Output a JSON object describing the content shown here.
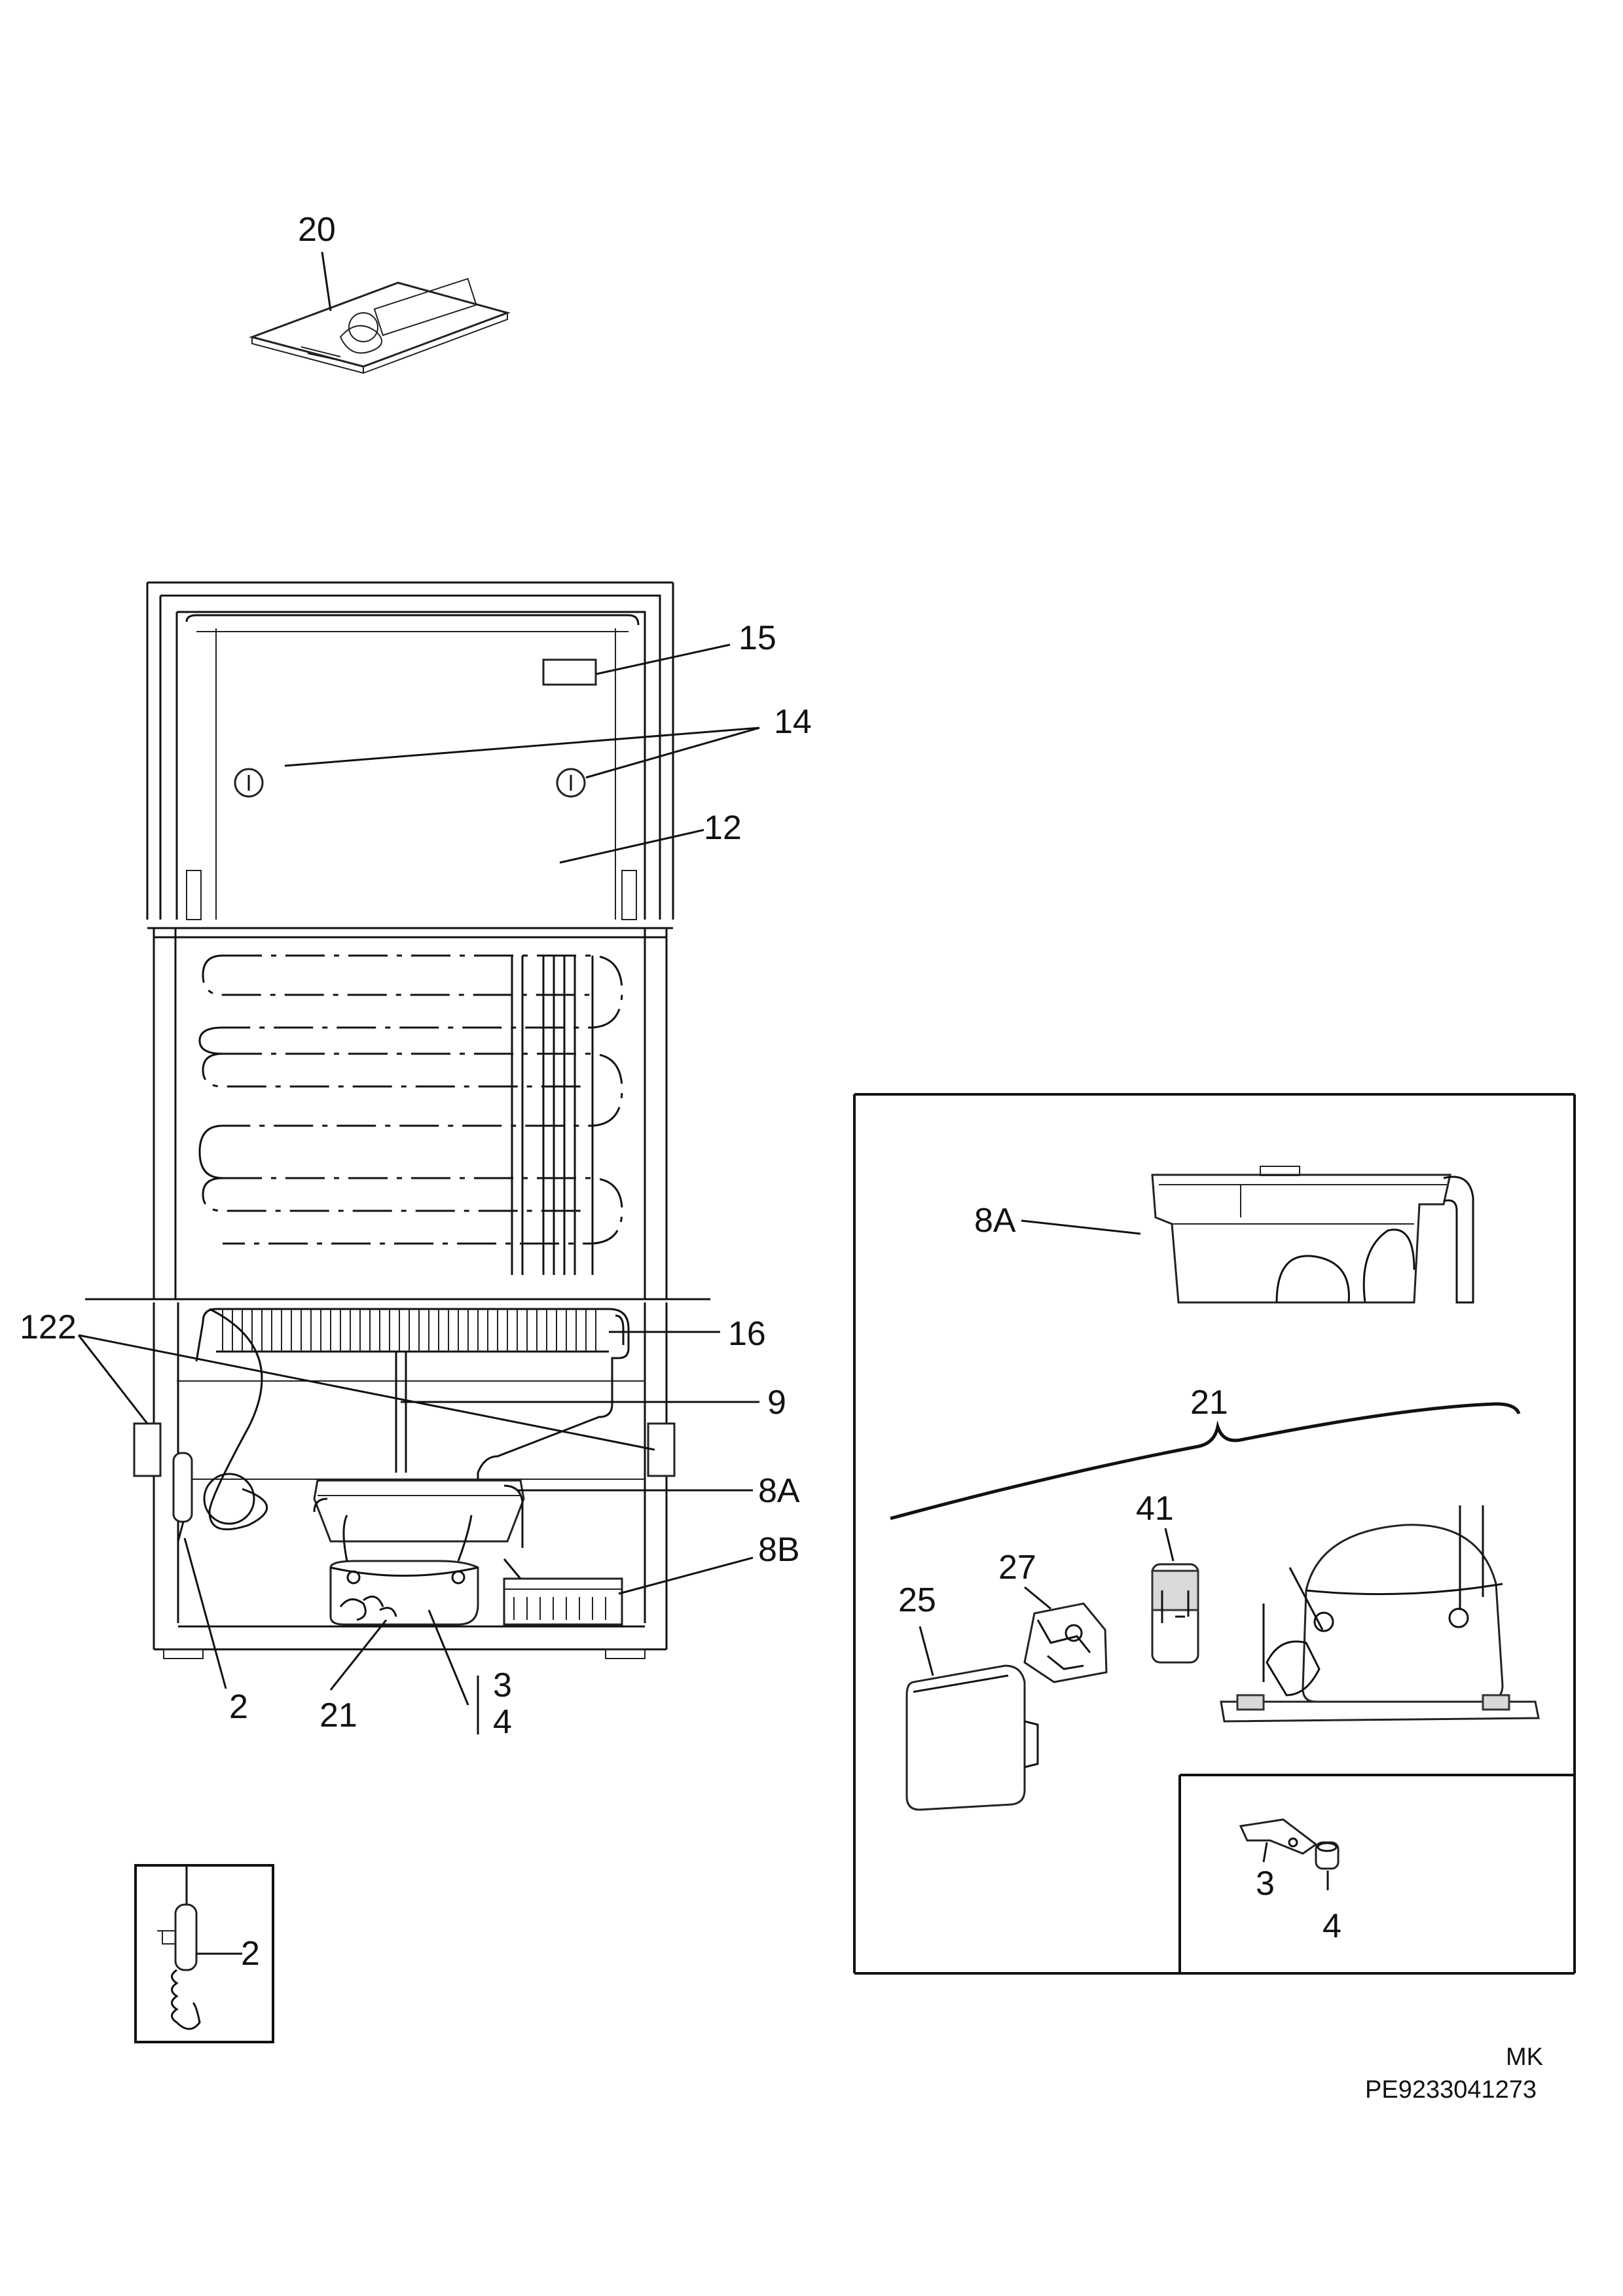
{
  "diagram": {
    "labels": {
      "l20": "20",
      "l15": "15",
      "l14": "14",
      "l12": "12",
      "l122": "122",
      "l16": "16",
      "l9": "9",
      "l8a": "8A",
      "l8b": "8B",
      "l2": "2",
      "l21": "21",
      "l3": "3",
      "l4": "4",
      "l2_detail": "2",
      "inset_8a": "8A",
      "inset_21": "21",
      "inset_41": "41",
      "inset_27": "27",
      "inset_25": "25",
      "inset_3": "3",
      "inset_4": "4"
    },
    "footer": {
      "code1": "MK",
      "code2": "PE9233041273"
    }
  }
}
